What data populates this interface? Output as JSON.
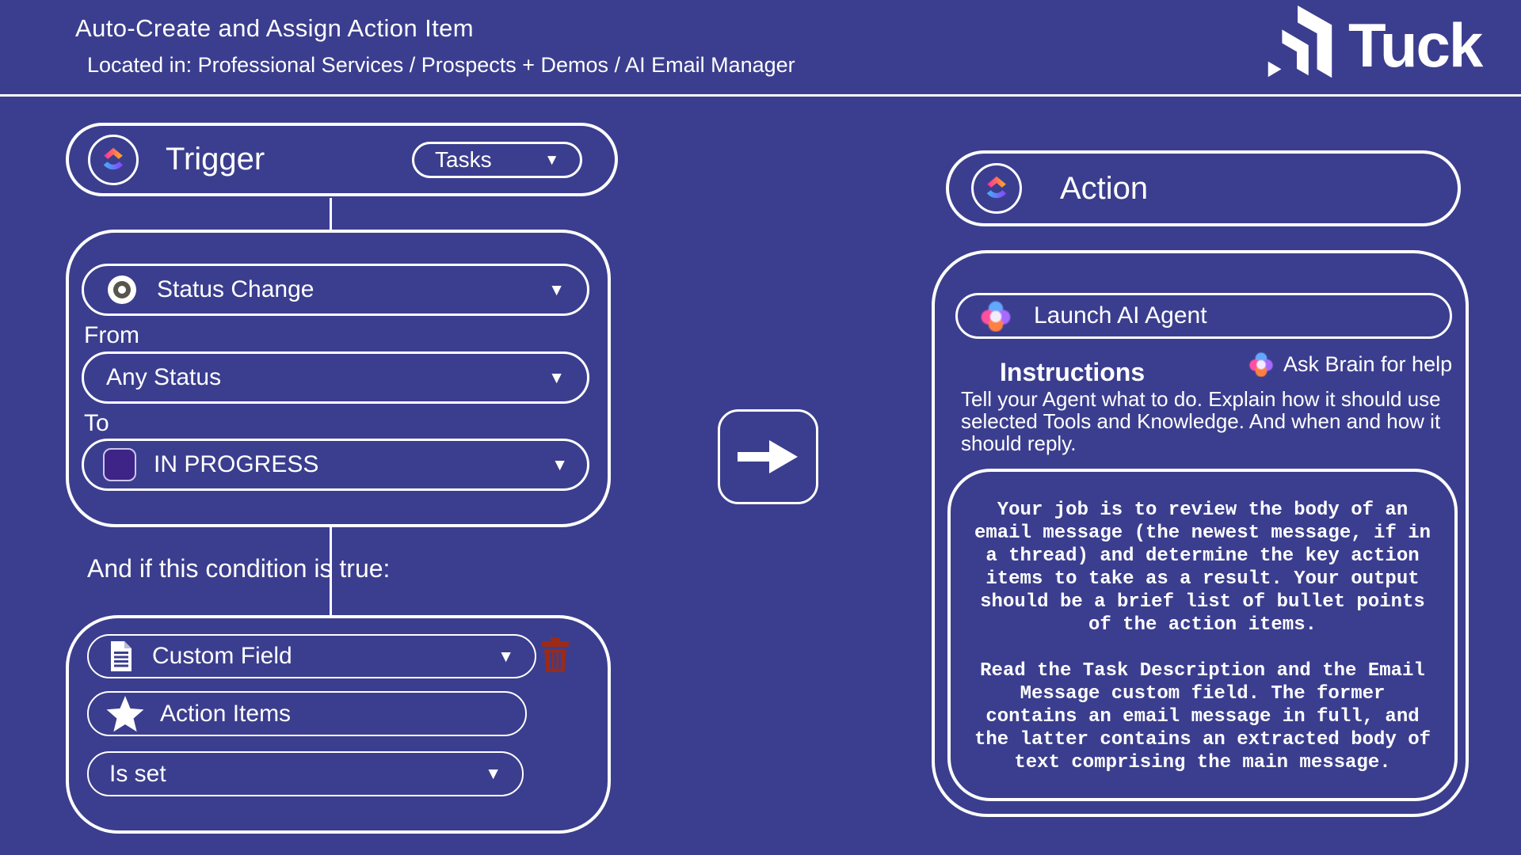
{
  "header": {
    "title": "Auto-Create and Assign Action Item",
    "location": "Located in: Professional Services / Prospects + Demos / AI Email Manager",
    "brand_name": "Tuck"
  },
  "trigger": {
    "title": "Trigger",
    "scope_dropdown_value": "Tasks",
    "event_dropdown_value": "Status Change",
    "from_label": "From",
    "from_dropdown_value": "Any Status",
    "to_label": "To",
    "to_dropdown_value": "IN PROGRESS",
    "condition_heading": "And if this condition is true:",
    "condition": {
      "field_type_dropdown_value": "Custom Field",
      "field_dropdown_value": "Action Items",
      "operator_dropdown_value": "Is set"
    }
  },
  "action": {
    "title": "Action",
    "type_dropdown_value": "Launch AI Agent",
    "instructions_heading": "Instructions",
    "ask_brain_label": "Ask Brain for help",
    "instructions_help_text": "Tell your Agent what to do. Explain how it should use selected Tools and Knowledge. And when and how it should reply.",
    "agent_instructions": {
      "paragraph_1": "Your job is to review the body of an email message (the newest message, if in a thread) and determine the key action items to take as a result. Your output should be a brief list of bullet points of the action items.",
      "paragraph_2": "Read the Task Description and the Email Message custom field. The former contains an email message in full, and the latter contains an extracted body of text comprising the main message."
    }
  },
  "icons": {
    "caret_down": "▼"
  },
  "colors": {
    "background": "#3b3e8e",
    "foreground": "#ffffff",
    "trash_red": "#9c2a16",
    "status_swatch_purple": "#3e2487",
    "clickup_pink": "#fb2aa2",
    "clickup_orange": "#ffb11a",
    "clickup_blue": "#3fb5f6",
    "clickup_purple": "#8a3ffc"
  }
}
